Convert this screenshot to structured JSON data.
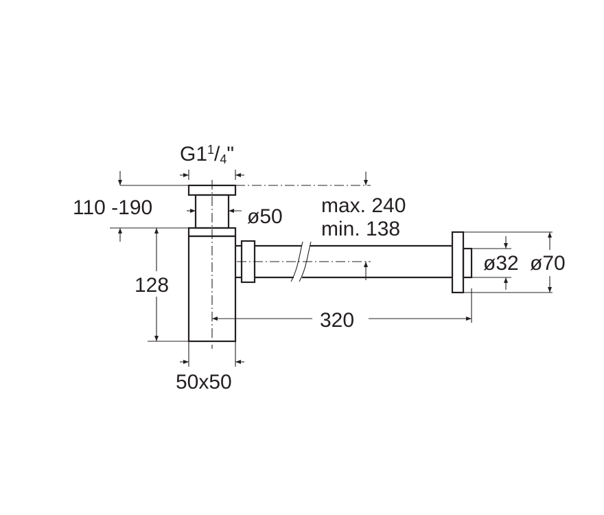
{
  "labels": {
    "thread_g": "G1",
    "thread_num": "1",
    "thread_slash": "/",
    "thread_den": "4",
    "thread_quote": "\"",
    "height_range": "110 -190",
    "top_diameter": "ø50",
    "max_length": "max. 240",
    "min_length": "min. 138",
    "body_height": "128",
    "outlet_diameter": "ø32",
    "flange_diameter": "ø70",
    "horizontal_length": "320",
    "body_section": "50x50"
  },
  "colors": {
    "ink": "#231f20",
    "background": "#ffffff"
  }
}
